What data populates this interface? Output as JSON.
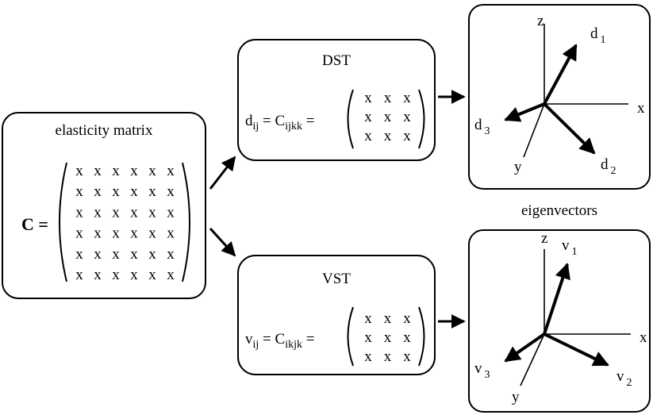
{
  "elasticity": {
    "title": "elasticity matrix",
    "symbol": "C =",
    "entry": "x",
    "rows": 6,
    "cols": 6
  },
  "dst": {
    "title": "DST",
    "lhs_base": "d",
    "lhs_sub": "ij",
    "rhs_base": "C",
    "rhs_sub": "ijkk",
    "entry": "x",
    "rows": 3,
    "cols": 3
  },
  "vst": {
    "title": "VST",
    "lhs_base": "v",
    "lhs_sub": "ij",
    "rhs_base": "C",
    "rhs_sub": "ikjk",
    "entry": "x",
    "rows": 3,
    "cols": 3
  },
  "eigen_label": "eigenvectors",
  "frame_top": {
    "axis_z": "z",
    "axis_x": "x",
    "axis_y": "y",
    "vectors": [
      {
        "base": "d",
        "sub": "1"
      },
      {
        "base": "d",
        "sub": "2"
      },
      {
        "base": "d",
        "sub": "3"
      }
    ]
  },
  "frame_bottom": {
    "axis_z": "z",
    "axis_x": "x",
    "axis_y": "y",
    "vectors": [
      {
        "base": "v",
        "sub": "1"
      },
      {
        "base": "v",
        "sub": "2"
      },
      {
        "base": "v",
        "sub": "3"
      }
    ]
  },
  "colors": {
    "stroke": "#000000",
    "background": "#ffffff"
  }
}
